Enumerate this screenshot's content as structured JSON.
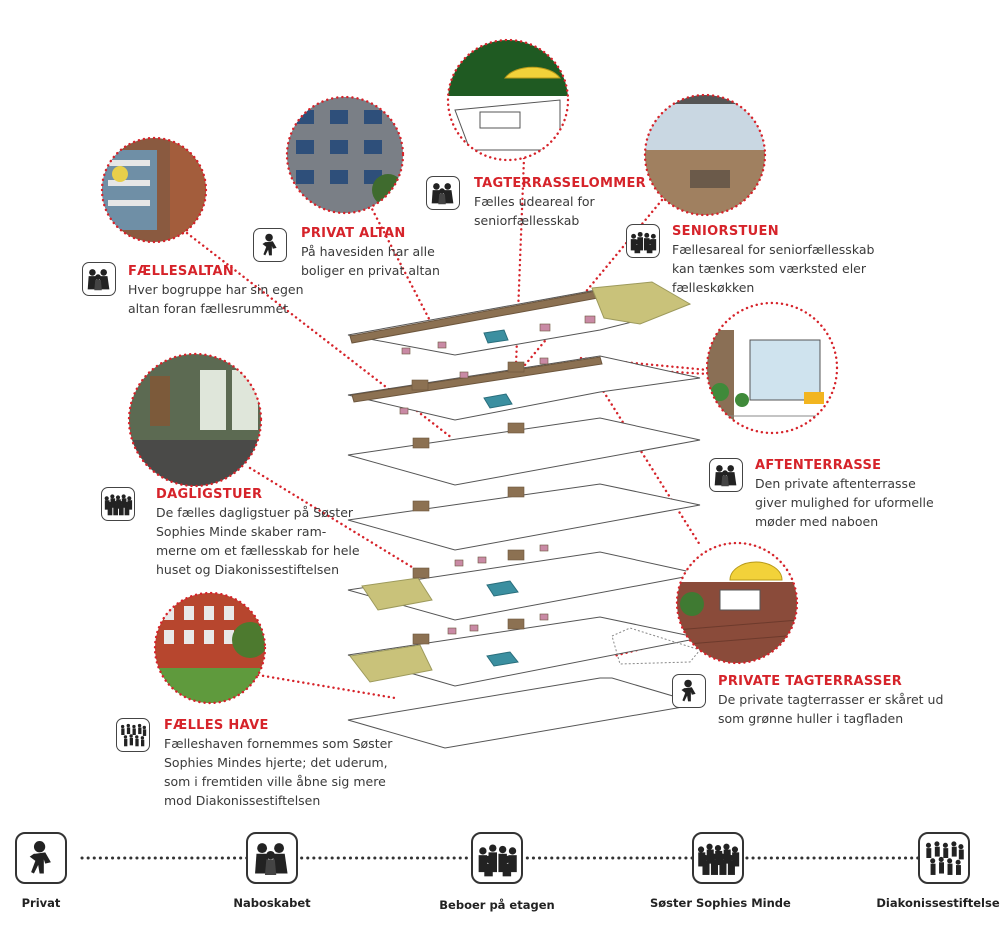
{
  "callouts": {
    "faellesaltan": {
      "title": "FÆLLESALTAN",
      "desc": "Hver bogruppe har sin egen\n altan foran fællesrummet",
      "icon": "group-icon"
    },
    "privat_altan": {
      "title": "PRIVAT ALTAN",
      "desc": "På havesiden har alle\nboliger en privat altan",
      "icon": "person-icon"
    },
    "tagterrasselommer": {
      "title": "TAGTERRASSELOMMER",
      "desc": "Fælles udeareal for\nseniorfællesskab",
      "icon": "group-icon"
    },
    "seniorstuen": {
      "title": "SENIORSTUEN",
      "desc": "Fællesareal for seniorfællesskab\nkan tænkes som værksted eler\nfælleskøkken",
      "icon": "floor-group-icon"
    },
    "aftenterrasse": {
      "title": "AFTENTERRASSE",
      "desc": "Den private aftenterrasse\ngiver mulighed for uformelle\nmøder med naboen",
      "icon": "group-icon"
    },
    "dagligstuer": {
      "title": "DAGLIGSTUER",
      "desc": "De fælles dagligstuer på Søster\nSophies Minde skaber ram-\nmerne om et fællesskab for hele\nhuset og Diakonissestiftelsen",
      "icon": "crowd-icon"
    },
    "private_tagterrasser": {
      "title": "PRIVATE TAGTERRASSER",
      "desc": "De private tagterrasser er skåret ud\nsom grønne huller i tagfladen",
      "icon": "person-icon"
    },
    "faelles_have": {
      "title": "FÆLLES HAVE",
      "desc": "Fælleshaven fornemmes som Søster\nSophies Mindes hjerte; det uderum,\nsom i fremtiden ville åbne sig mere\nmod Diakonissestiftelsen",
      "icon": "large-crowd-icon"
    }
  },
  "scale": [
    {
      "label": "Privat",
      "icon": "person-icon"
    },
    {
      "label": "Naboskabet",
      "icon": "group-icon"
    },
    {
      "label": "Beboer på etagen",
      "icon": "floor-group-icon"
    },
    {
      "label": "Søster Sophies Minde",
      "icon": "crowd-icon"
    },
    {
      "label": "Diakonissestiftelse",
      "icon": "large-crowd-icon"
    }
  ],
  "colors": {
    "accent_red": "#d6232a",
    "wall_brown": "#8c7152",
    "roof_green": "#c9c27a",
    "teal": "#3b8fa0",
    "pink": "#c98aa5"
  }
}
